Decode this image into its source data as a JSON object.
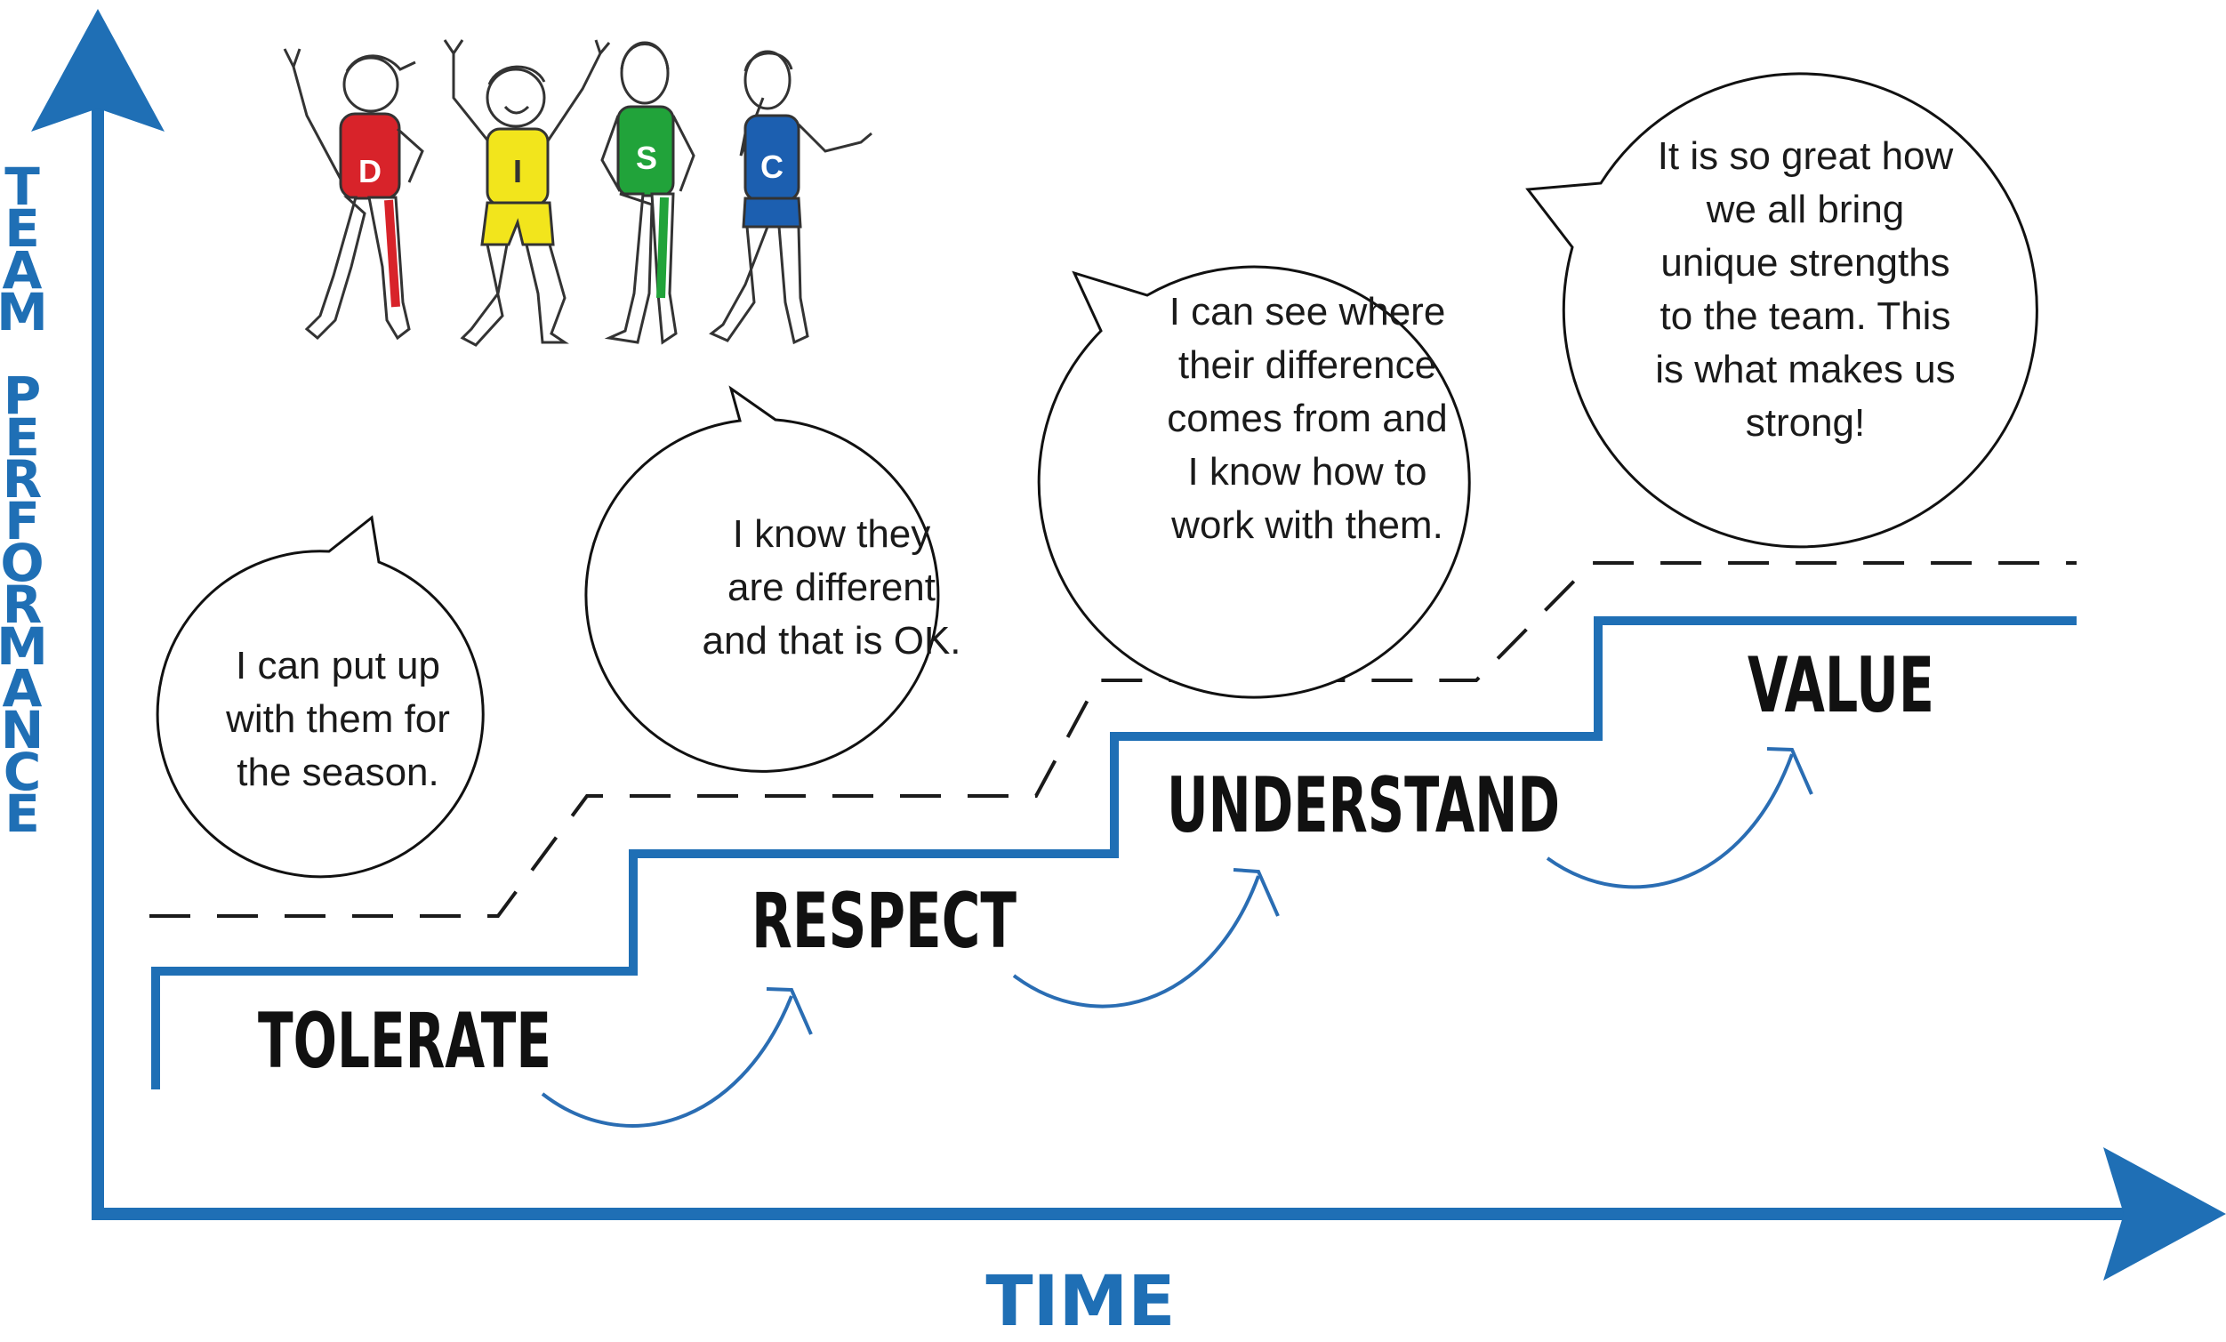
{
  "colors": {
    "axis": "#1f6fb5",
    "steps": "#1f6fb5",
    "arrows": "#2a6db3",
    "dashed": "#1a1a1a",
    "text": "#111111",
    "figure_d": "#d8232a",
    "figure_i": "#f2e51c",
    "figure_s": "#21a33a",
    "figure_c": "#1c5fb0"
  },
  "axes": {
    "y_label": "TEAM PERFORMANCE",
    "x_label": "TIME"
  },
  "figures": [
    {
      "letter": "D",
      "color": "figure_d"
    },
    {
      "letter": "I",
      "color": "figure_i"
    },
    {
      "letter": "S",
      "color": "figure_s"
    },
    {
      "letter": "C",
      "color": "figure_c"
    }
  ],
  "stages": [
    {
      "label": "TOLERATE",
      "bubble": [
        "I can put up",
        "with them for",
        "the season."
      ]
    },
    {
      "label": "RESPECT",
      "bubble": [
        "I know they",
        "are different",
        "and that is OK."
      ]
    },
    {
      "label": "UNDERSTAND",
      "bubble": [
        "I can see where",
        "their difference",
        "comes from and",
        "I know how to",
        "work with them."
      ]
    },
    {
      "label": "VALUE",
      "bubble": [
        "It is so great how",
        "we all bring",
        "unique strengths",
        "to the team. This",
        "is what makes us",
        "strong!"
      ]
    }
  ]
}
